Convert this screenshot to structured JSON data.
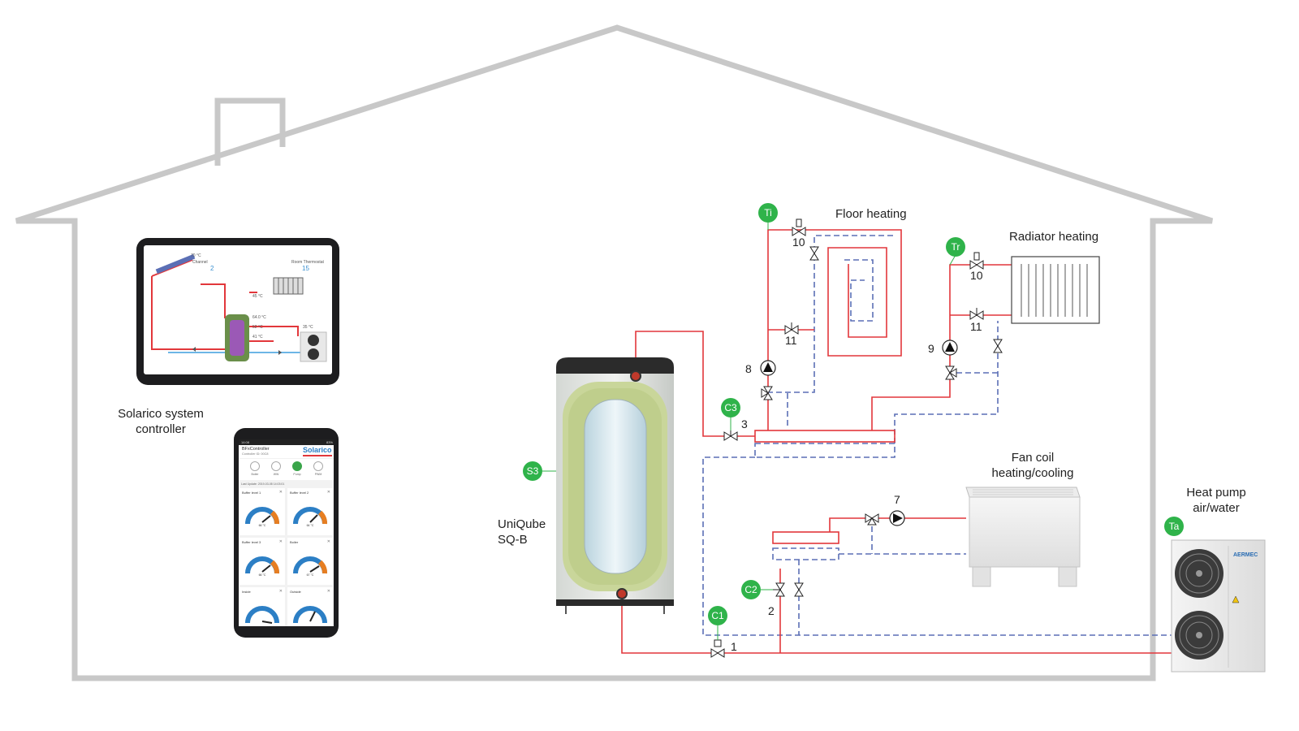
{
  "labels": {
    "floor_heating": "Floor heating",
    "radiator_heating": "Radiator heating",
    "fan_coil_line1": "Fan coil",
    "fan_coil_line2": "heating/cooling",
    "heat_pump_line1": "Heat pump",
    "heat_pump_line2": "air/water",
    "tank_line1": "UniQube",
    "tank_line2": "SQ-B",
    "controller_line1": "Solarico system",
    "controller_line2": "controller"
  },
  "sensors": {
    "ti": "Ti",
    "tr": "Tr",
    "c3": "C3",
    "s3": "S3",
    "c2": "C2",
    "c1": "C1",
    "ta": "Ta"
  },
  "component_numbers": {
    "valve_10_floor": "10",
    "valve_11_floor": "11",
    "valve_10_radiator": "10",
    "valve_11_radiator": "11",
    "pump_8": "8",
    "pump_9": "9",
    "valve_3": "3",
    "pump_7": "7",
    "valve_2": "2",
    "valve_1": "1"
  },
  "heat_pump_brand": "AERMEC",
  "tablet": {
    "channel_label": "Channel",
    "channel_value": "2",
    "room_temp_label": "Room Thermostat",
    "room_temp_value": "15",
    "temp_top_left": "70 °C",
    "temp_mid_1": "64.0 °C",
    "temp_mid_2": "52 °C",
    "temp_mid_3": "41 °C",
    "temp_pump": "45 °C",
    "temp_hp": "35 °C"
  },
  "phone": {
    "status_time": "14:08",
    "status_right": "83%",
    "title": "BFxController",
    "subtitle": "Controller ID: 00C8",
    "brand": "Solarico",
    "modes": [
      {
        "label": "Boiler",
        "active": false
      },
      {
        "label": "WW",
        "active": false
      },
      {
        "label": "Pump",
        "active": true
      },
      {
        "label": "PWM",
        "active": false
      }
    ],
    "last_update": "Last Update: 2019-03-08 14:03:01",
    "cards": [
      {
        "title": "Buffer level 1",
        "value": "66 °C"
      },
      {
        "title": "Buffer level 2",
        "value": "64 °C"
      },
      {
        "title": "Buffer level 3",
        "value": "66 °C"
      },
      {
        "title": "Boiler",
        "value": "67 °C"
      },
      {
        "title": "Inside",
        "value": ""
      },
      {
        "title": "Outside",
        "value": ""
      }
    ],
    "close_glyph": "✕"
  },
  "colors": {
    "house_outline": "#c8c8c8",
    "supply_line": "#e2373b",
    "return_line": "#5b6fb5",
    "sensor_green": "#2fb34a",
    "tank_insulation": "#c9d69a",
    "tank_glass": "#cfe3ec"
  }
}
